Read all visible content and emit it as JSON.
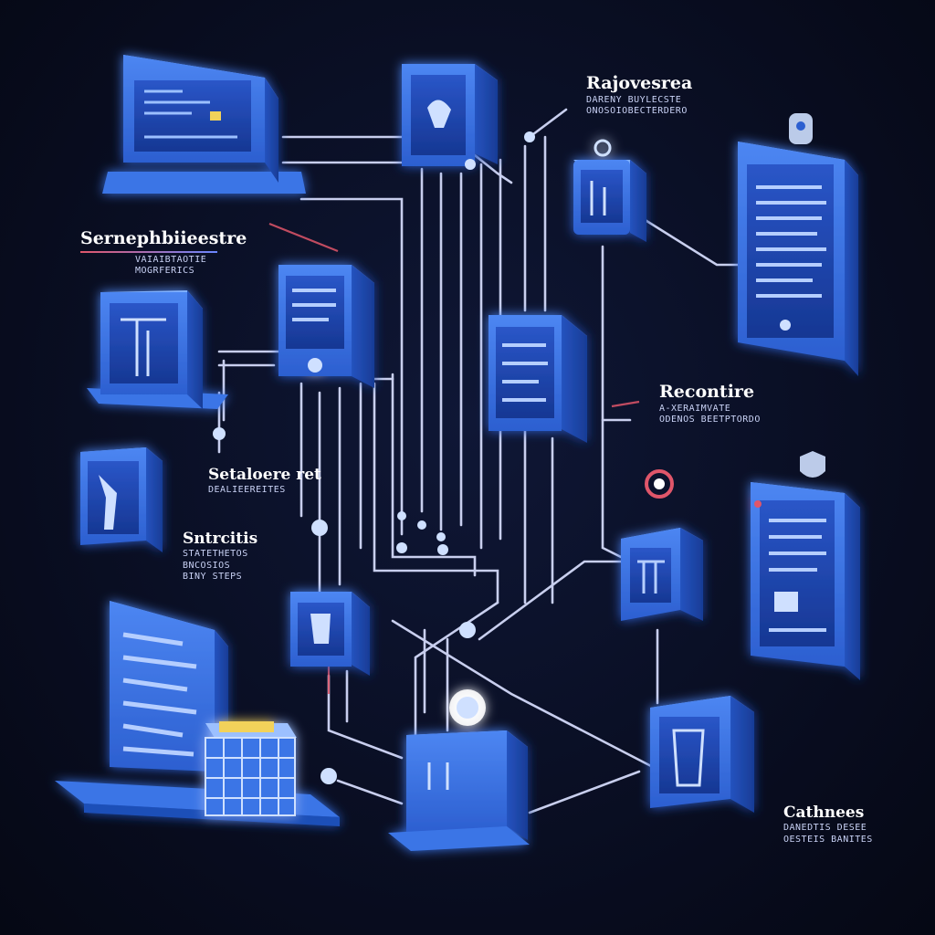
{
  "labels": {
    "top_right": {
      "title": "Rajovesrea",
      "lines": [
        "DARENY BUYLECSTE",
        "ONOSOIOBECTERDERO"
      ]
    },
    "left_upper": {
      "title": "Sernephbiieestre",
      "lines": [
        "VAIAIBTAOTIE",
        "MOGRFERICS"
      ]
    },
    "right_middle": {
      "title": "Recontire",
      "lines": [
        "A-XERAIMVATE",
        "ODENOS BEETPTORDO"
      ]
    },
    "left_middle": {
      "title": "Setaloere ret",
      "lines": [
        "DEALIEEREITES"
      ]
    },
    "left_lower": {
      "title": "Sntrcitis",
      "lines": [
        "STATETHETOS",
        "BNCOSIOS",
        "BINY STEPS"
      ]
    },
    "bottom_right": {
      "title": "Cathnees",
      "lines": [
        "DANEDTIS DESEE",
        "OESTEIS BANITES"
      ]
    }
  },
  "colors": {
    "background": "#0a0f24",
    "device_front": "#3a74e6",
    "device_side": "#1f4fb8",
    "device_top": "#7fb0ff",
    "screen": "#1c3f9e",
    "connector": "#d9dfff",
    "accent_red": "#e0566a"
  },
  "icons": [
    "server-icon",
    "document-panel-icon",
    "monitor-icon",
    "storage-cart-icon",
    "lock-pin-icon",
    "shield-pin-icon"
  ]
}
